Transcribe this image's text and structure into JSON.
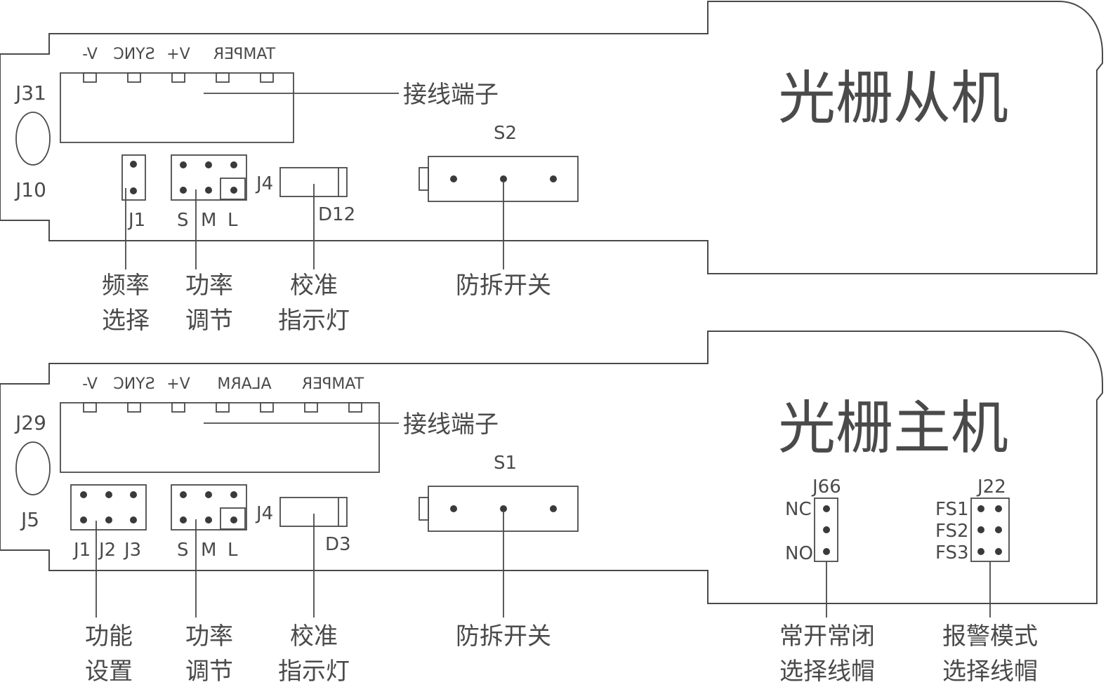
{
  "slave": {
    "title": "光栅从机",
    "terminals": [
      "TAMPER",
      "V+",
      "SYNC",
      "V-"
    ],
    "connector_label": "J31",
    "bottom_label": "J10",
    "terminal_caption": "接线端子",
    "switch_label": "S2",
    "j1": "J1",
    "j4": "J4",
    "led": "D12",
    "s": "S",
    "m": "M",
    "l": "L",
    "cap_freq_1": "频率",
    "cap_freq_2": "选择",
    "cap_power_1": "功率",
    "cap_power_2": "调节",
    "cap_cal_1": "校准",
    "cap_cal_2": "指示灯",
    "cap_tamper": "防拆开关"
  },
  "master": {
    "title": "光栅主机",
    "terminals": [
      "TAMPER",
      "ALARM",
      "V+",
      "SYNC",
      "V-"
    ],
    "connector_label": "J29",
    "bottom_label": "J5",
    "terminal_caption": "接线端子",
    "switch_label": "S1",
    "j1": "J1",
    "j2": "J2",
    "j3": "J3",
    "j4": "J4",
    "led": "D3",
    "s": "S",
    "m": "M",
    "l": "L",
    "j66": "J66",
    "nc": "NC",
    "no": "NO",
    "j22": "J22",
    "fs1": "FS1",
    "fs2": "FS2",
    "fs3": "FS3",
    "cap_func_1": "功能",
    "cap_func_2": "设置",
    "cap_power_1": "功率",
    "cap_power_2": "调节",
    "cap_cal_1": "校准",
    "cap_cal_2": "指示灯",
    "cap_tamper": "防拆开关",
    "cap_nonc_1": "常开常闭",
    "cap_nonc_2": "选择线帽",
    "cap_alarm_1": "报警模式",
    "cap_alarm_2": "选择线帽"
  },
  "colors": {
    "stroke": "#4a4a4a",
    "pin": "#3a3a3a",
    "background": "#ffffff"
  }
}
